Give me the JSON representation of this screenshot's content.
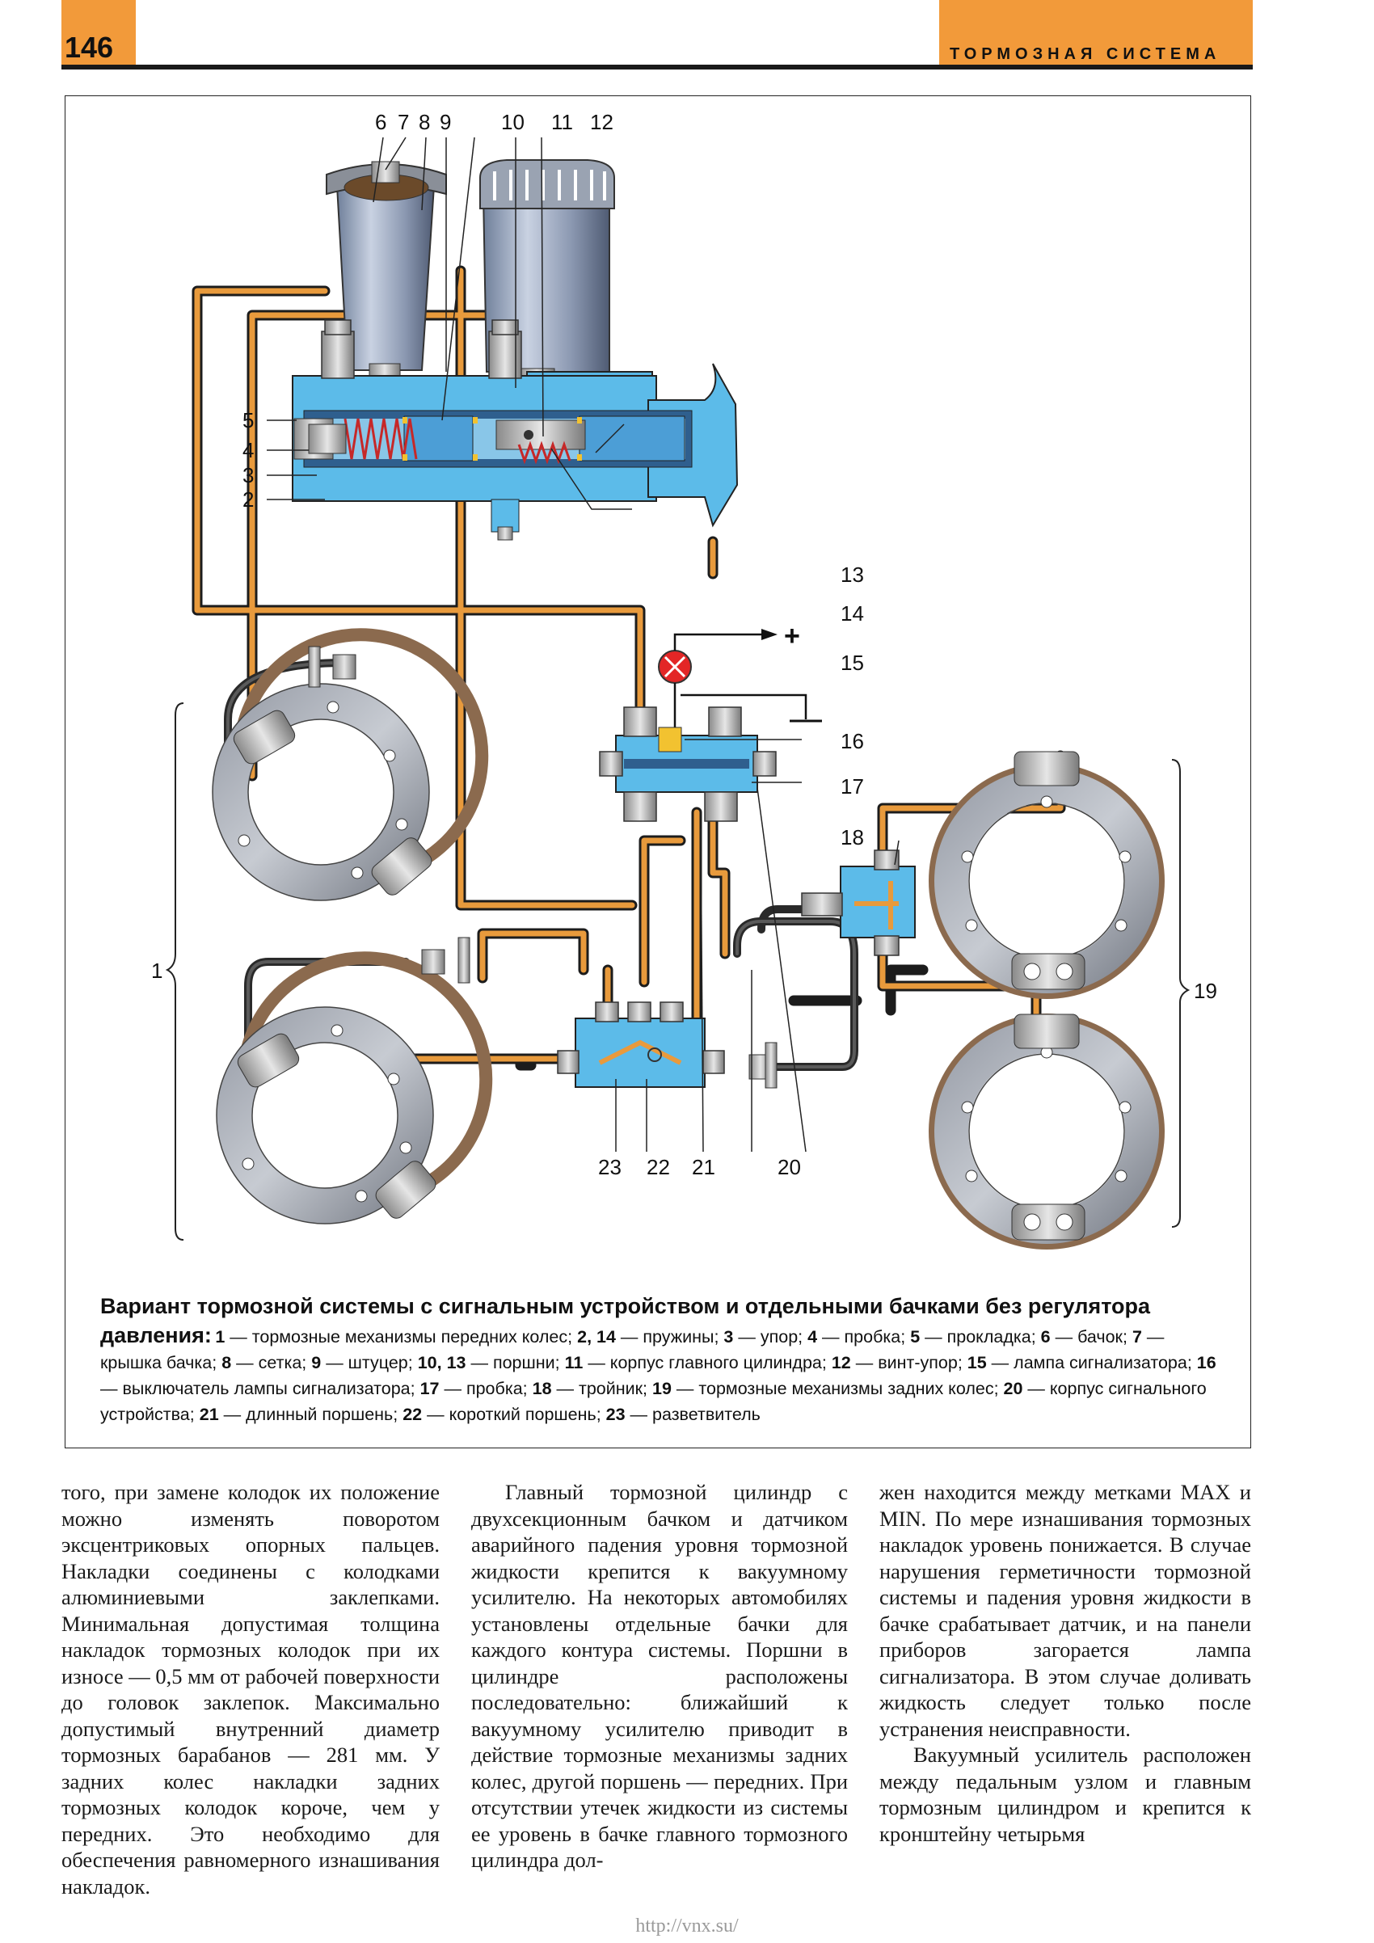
{
  "header": {
    "page_number": "146",
    "section": "ТОРМОЗНАЯ СИСТЕМА",
    "accent_color": "#f29a3a"
  },
  "figure": {
    "callouts": {
      "n1": "1",
      "n2": "2",
      "n3": "3",
      "n4": "4",
      "n5": "5",
      "n6": "6",
      "n7": "7",
      "n8": "8",
      "n9": "9",
      "n10": "10",
      "n11": "11",
      "n12": "12",
      "n13": "13",
      "n14": "14",
      "n15": "15",
      "n16": "16",
      "n17": "17",
      "n18": "18",
      "n19": "19",
      "n20": "20",
      "n21": "21",
      "n22": "22",
      "n23": "23"
    },
    "plus_sign": "+",
    "caption_title": "Вариант тормозной системы с сигнальным устройством и отдельными бачками без регулятора давления:",
    "legend": [
      {
        "num": "1",
        "text": "тормозные механизмы передних колес;"
      },
      {
        "num": "2, 14",
        "text": "пружины;"
      },
      {
        "num": "3",
        "text": "упор;"
      },
      {
        "num": "4",
        "text": "пробка;"
      },
      {
        "num": "5",
        "text": "прокладка;"
      },
      {
        "num": "6",
        "text": "бачок;"
      },
      {
        "num": "7",
        "text": "крышка бачка;"
      },
      {
        "num": "8",
        "text": "сетка;"
      },
      {
        "num": "9",
        "text": "штуцер;"
      },
      {
        "num": "10, 13",
        "text": "поршни;"
      },
      {
        "num": "11",
        "text": "корпус главного цилиндра;"
      },
      {
        "num": "12",
        "text": "винт-упор;"
      },
      {
        "num": "15",
        "text": "лампа сигнализатора;"
      },
      {
        "num": "16",
        "text": "выключатель лампы сигнализатора;"
      },
      {
        "num": "17",
        "text": "пробка;"
      },
      {
        "num": "18",
        "text": "тройник;"
      },
      {
        "num": "19",
        "text": "тормозные механизмы задних колес;"
      },
      {
        "num": "20",
        "text": "корпус сигнального устройства;"
      },
      {
        "num": "21",
        "text": "длинный поршень;"
      },
      {
        "num": "22",
        "text": "короткий поршень;"
      },
      {
        "num": "23",
        "text": "разветвитель"
      }
    ]
  },
  "body": {
    "col1": "того, при замене колодок их положение можно изменять поворотом эксцентриковых опорных пальцев. Накладки соединены с колодками алюминиевыми заклепками. Минимальная допустимая толщина накладок тормозных колодок при их износе — 0,5 мм от рабочей поверхности до головок заклепок. Максимально допустимый внутренний диаметр тормозных барабанов — 281 мм. У задних колес накладки задних тормозных колодок короче, чем у передних. Это необходимо для обеспечения равномерного изнашивания накладок.",
    "col2": "Главный тормозной цилиндр с двухсекционным бачком и датчиком аварийного падения уровня тормозной жидкости крепится к вакуумному усилителю. На некоторых автомобилях установлены отдельные бачки для каждого контура системы. Поршни в цилиндре расположены последовательно: ближайший к вакуумному усилителю приводит в действие тормозные механизмы задних колес, другой поршень — передних. При отсутствии утечек жидкости из системы ее уровень в бачке главного тормозного цилиндра дол-",
    "col3_p1": "жен находится между метками MAX и MIN. По мере изнашивания тормозных накладок уровень понижается. В случае нарушения герметичности тормозной системы и падения уровня жидкости в бачке срабатывает датчик, и на панели приборов загорается лампа сигнализатора. В этом случае доливать жидкость следует только после устранения неисправности.",
    "col3_p2": "Вакуумный усилитель расположен между педальным узлом и главным тормозным цилиндром и крепится к кронштейну четырьмя"
  },
  "footer": {
    "url": "http://vnx.su/"
  }
}
